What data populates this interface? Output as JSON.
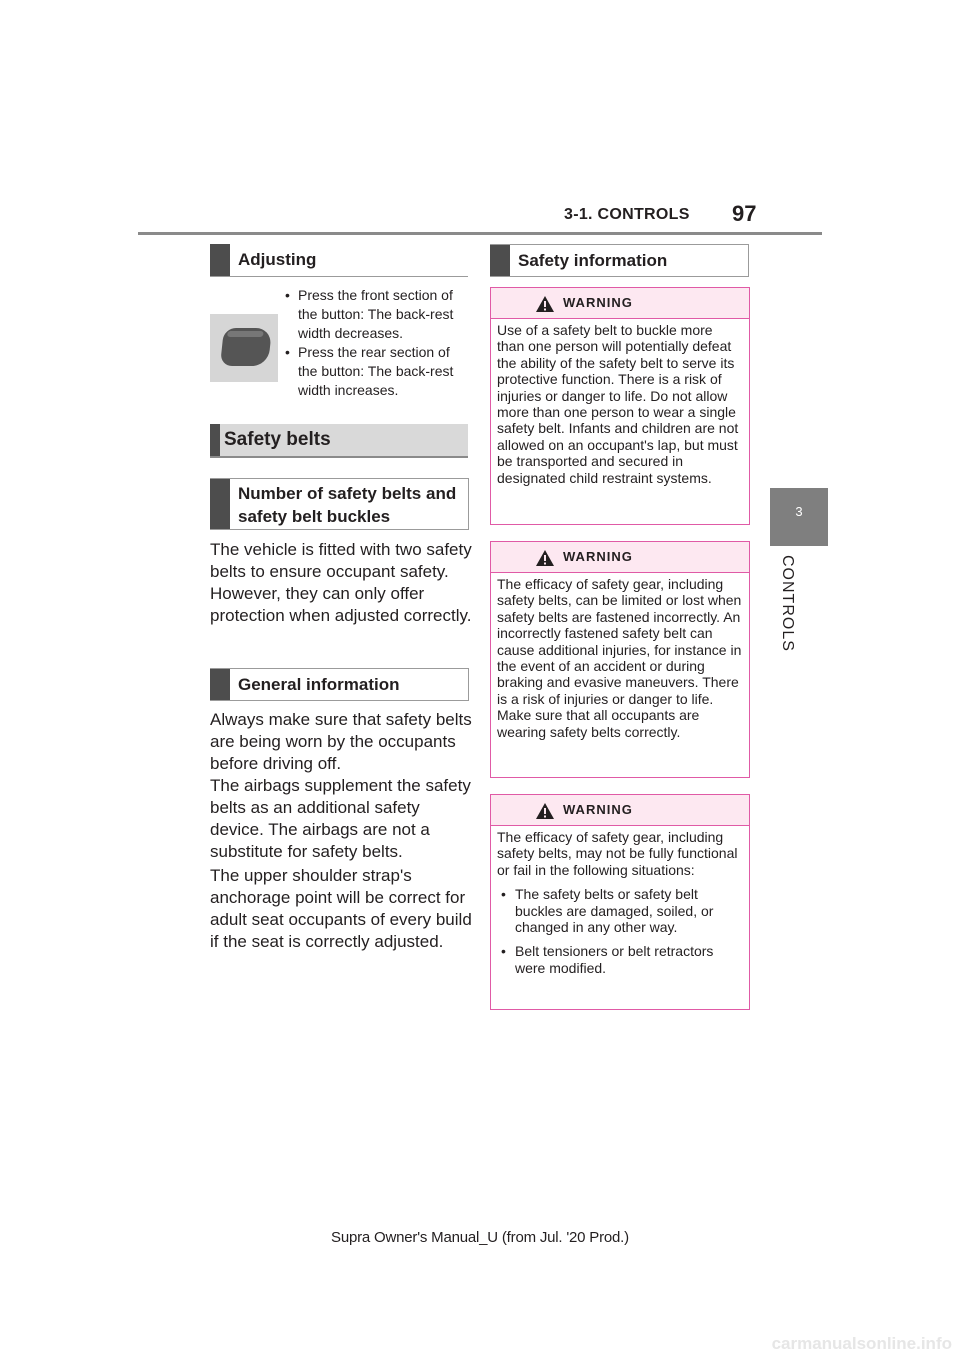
{
  "header": {
    "section": "3-1. CONTROLS",
    "page_number": "97"
  },
  "side_tab": {
    "number": "3",
    "label": "CONTROLS"
  },
  "left": {
    "adjusting_heading": "Adjusting",
    "adjusting_bullets": [
      "Press the front section of the button: The back-rest width decreases.",
      "Press the rear section of the button: The back-rest width increases."
    ],
    "safety_belts_heading": "Safety belts",
    "number_heading": "Number of safety belts and safety belt buckles",
    "number_para": "The vehicle is fitted with two safety belts to ensure occupant safety. However, they can only offer protection when adjusted correctly.",
    "general_heading": "General information",
    "general_para_1": "Always make sure that safety belts are being worn by the occupants before driving off.",
    "general_para_2": "The airbags supplement the safety belts as an additional safety device. The airbags are not a substitute for safety belts.",
    "general_para_3": "The upper shoulder strap's anchorage point will be correct for adult seat occupants of every build if the seat is correctly adjusted."
  },
  "right": {
    "safety_info_heading": "Safety information",
    "warnings": [
      {
        "label": "WARNING",
        "text": "Use of a safety belt to buckle more than one person will potentially defeat the ability of the safety belt to serve its protective function. There is a risk of injuries or danger to life. Do not allow more than one person to wear a single safety belt. Infants and children are not allowed on an occupant's lap, but must be transported and secured in designated child restraint systems."
      },
      {
        "label": "WARNING",
        "text": "The efficacy of safety gear, including safety belts, can be limited or lost when safety belts are fastened incorrectly. An incorrectly fastened safety belt can cause additional injuries, for instance in the event of an accident or during braking and evasive maneuvers. There is a risk of injuries or danger to life. Make sure that all occupants are wearing safety belts correctly."
      },
      {
        "label": "WARNING",
        "text": "The efficacy of safety gear, including safety belts, may not be fully functional or fail in the following situations:",
        "bullets": [
          "The safety belts or safety belt buckles are damaged, soiled, or changed in any other way.",
          "Belt tensioners or belt retractors were modified."
        ]
      }
    ]
  },
  "footer": "Supra Owner's Manual_U (from Jul. '20 Prod.)",
  "watermark": "carmanualsonline.info",
  "colors": {
    "heading_bar": "#4d4d4d",
    "warning_border": "#e05aa6",
    "warning_fill": "#fde8f1",
    "tab": "#7f7f7f"
  }
}
